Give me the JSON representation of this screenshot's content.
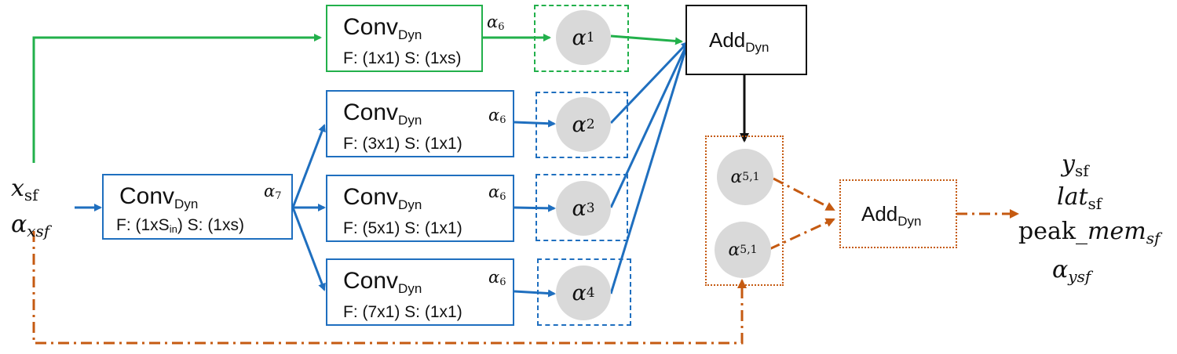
{
  "colors": {
    "green": "#22b04b",
    "blue": "#1f6fbf",
    "orange": "#c55a11",
    "black": "#111111",
    "circle_fill": "#d9d9d9"
  },
  "input": {
    "x": "x",
    "x_sub": "sf",
    "alpha": "α",
    "alpha_sub": "xsf"
  },
  "conv_in": {
    "label": "Conv",
    "label_sub": "Dyn",
    "params_a": "F: (1xS",
    "params_sub": "in",
    "params_b": ") S: (1xs)",
    "alpha": "α",
    "alpha_sub": "7"
  },
  "branches": [
    {
      "label": "Conv",
      "label_sub": "Dyn",
      "params": "F: (1x1) S: (1xs)",
      "alpha": "α",
      "alpha_sub": "6",
      "node": "α",
      "node_sub": "1"
    },
    {
      "label": "Conv",
      "label_sub": "Dyn",
      "params": "F: (3x1) S: (1x1)",
      "alpha": "α",
      "alpha_sub": "6",
      "node": "α",
      "node_sub": "2"
    },
    {
      "label": "Conv",
      "label_sub": "Dyn",
      "params": "F: (5x1) S: (1x1)",
      "alpha": "α",
      "alpha_sub": "6",
      "node": "α",
      "node_sub": "3"
    },
    {
      "label": "Conv",
      "label_sub": "Dyn",
      "params": "F: (7x1) S: (1x1)",
      "alpha": "α",
      "alpha_sub": "6",
      "node": "α",
      "node_sub": "4"
    }
  ],
  "add_top": {
    "label": "Add",
    "label_sub": "Dyn"
  },
  "mid_nodes": [
    {
      "node": "α",
      "node_sub": "5,1"
    },
    {
      "node": "α",
      "node_sub": "5,1"
    }
  ],
  "add_out": {
    "label": "Add",
    "label_sub": "Dyn"
  },
  "outputs": {
    "y": "y",
    "y_sub": "sf",
    "lat": "lat",
    "lat_sub": "sf",
    "peak": "peak_",
    "peak_mem": "mem",
    "peak_sub": "sf",
    "alpha": "α",
    "alpha_sub": "ysf"
  }
}
